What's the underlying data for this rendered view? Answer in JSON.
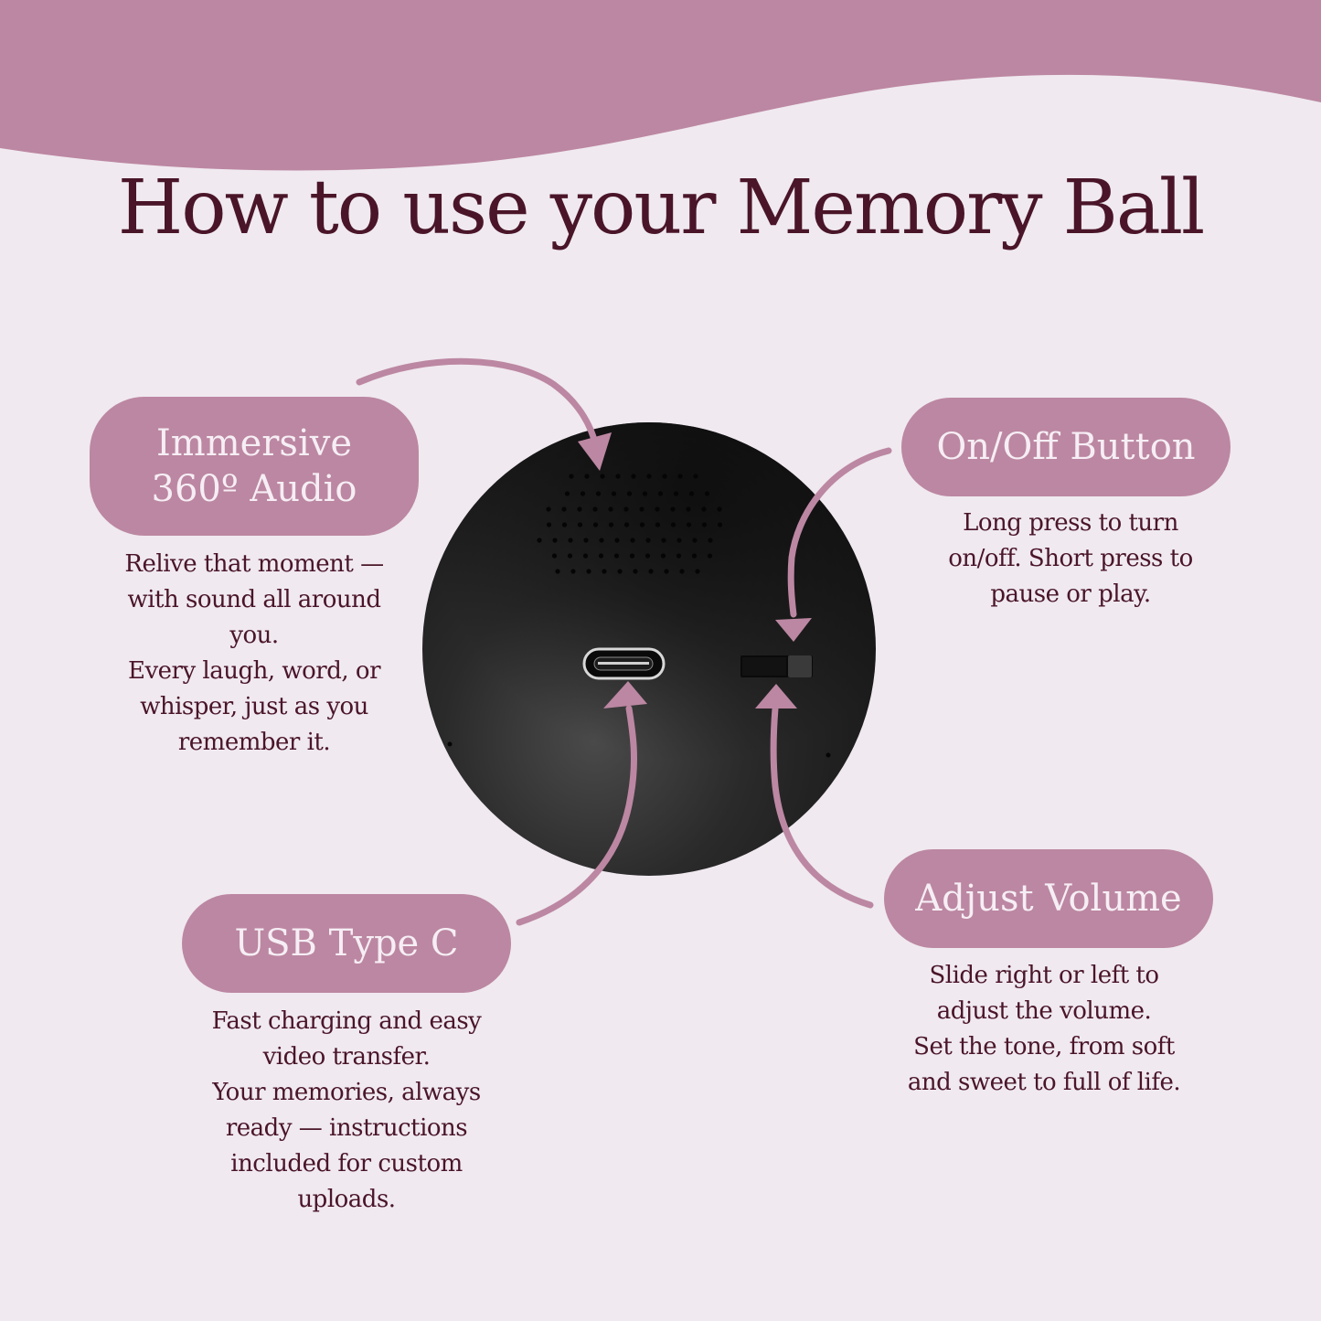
{
  "title": "How to use your Memory Ball",
  "colors": {
    "accent": "#bc87a2",
    "background": "#f0e9f0",
    "text_dark": "#4a1528",
    "pill_text": "#f6eef5",
    "ball": "#1f1f1f"
  },
  "features": {
    "audio": {
      "label": "Immersive 360º Audio",
      "description": "Relive that moment —\nwith sound all around\nyou.\nEvery laugh, word, or\nwhisper, just as you\nremember it."
    },
    "power": {
      "label": "On/Off Button",
      "description": "Long press to turn\non/off. Short press to\npause or play."
    },
    "usb": {
      "label": "USB Type C",
      "description": "Fast charging and easy\nvideo transfer.\nYour memories, always\nready — instructions\nincluded for custom\nuploads."
    },
    "volume": {
      "label": "Adjust Volume",
      "description": "Slide right or left to\nadjust the volume.\nSet the tone, from soft\nand sweet to full of life."
    }
  },
  "icons": {
    "ball": "memory-ball-device",
    "arrows": "curved-arrow-icon"
  }
}
